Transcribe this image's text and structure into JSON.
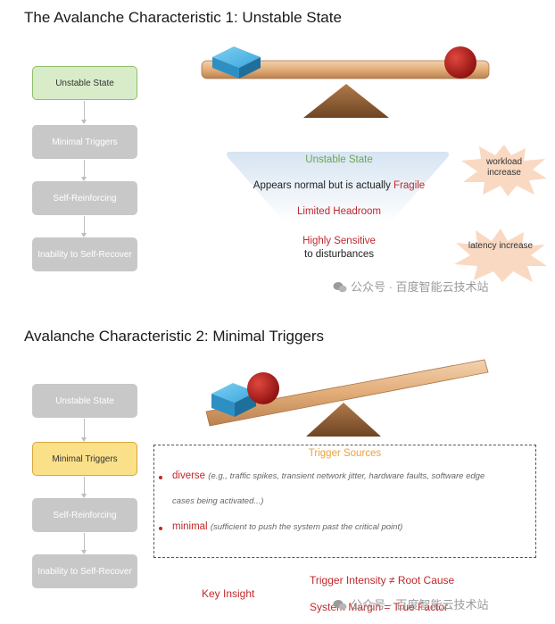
{
  "section1": {
    "title": "The Avalanche Characteristic 1: Unstable State",
    "flow": [
      "Unstable State",
      "Minimal Triggers",
      "Self-Reinforcing",
      "Inability to Self-Recover"
    ],
    "triangle": {
      "heading": "Unstable State",
      "line1_prefix": "Appears normal but is actually ",
      "line1_highlight": "Fragile",
      "line2": "Limited Headroom",
      "line3_highlight": "Highly Sensitive",
      "line4": "to disturbances"
    },
    "bursts": [
      "workload increase",
      "latency increase"
    ]
  },
  "section2": {
    "title": "Avalanche Characteristic 2: Minimal Triggers",
    "flow": [
      "Unstable State",
      "Minimal Triggers",
      "Self-Reinforcing",
      "Inability to Self-Recover"
    ],
    "trigger_box": {
      "heading": "Trigger Sources",
      "item1_keyword": "diverse",
      "item1_detail_line1": "(e.g., traffic spikes, transient network jitter, hardware faults, software edge",
      "item1_detail_line2": "cases being activated...)",
      "item2_keyword": "minimal",
      "item2_detail": "(sufficient to push the system past the critical point)"
    },
    "insight": {
      "label": "Key Insight",
      "line1": "Trigger Intensity ≠ Root Cause",
      "line2": "System Margin = True Factor"
    }
  },
  "watermark": "公众号 · 百度智能云技术站",
  "colors": {
    "accent_red": "#c0282b",
    "green_text": "#6aa84f",
    "trigger_heading": "#e8a33c",
    "inactive_box": "#c8c8c8",
    "highlight_green_box": "#d8ecc9",
    "highlight_yellow_box": "#fbe08a",
    "burst": "#f9d9c2"
  }
}
